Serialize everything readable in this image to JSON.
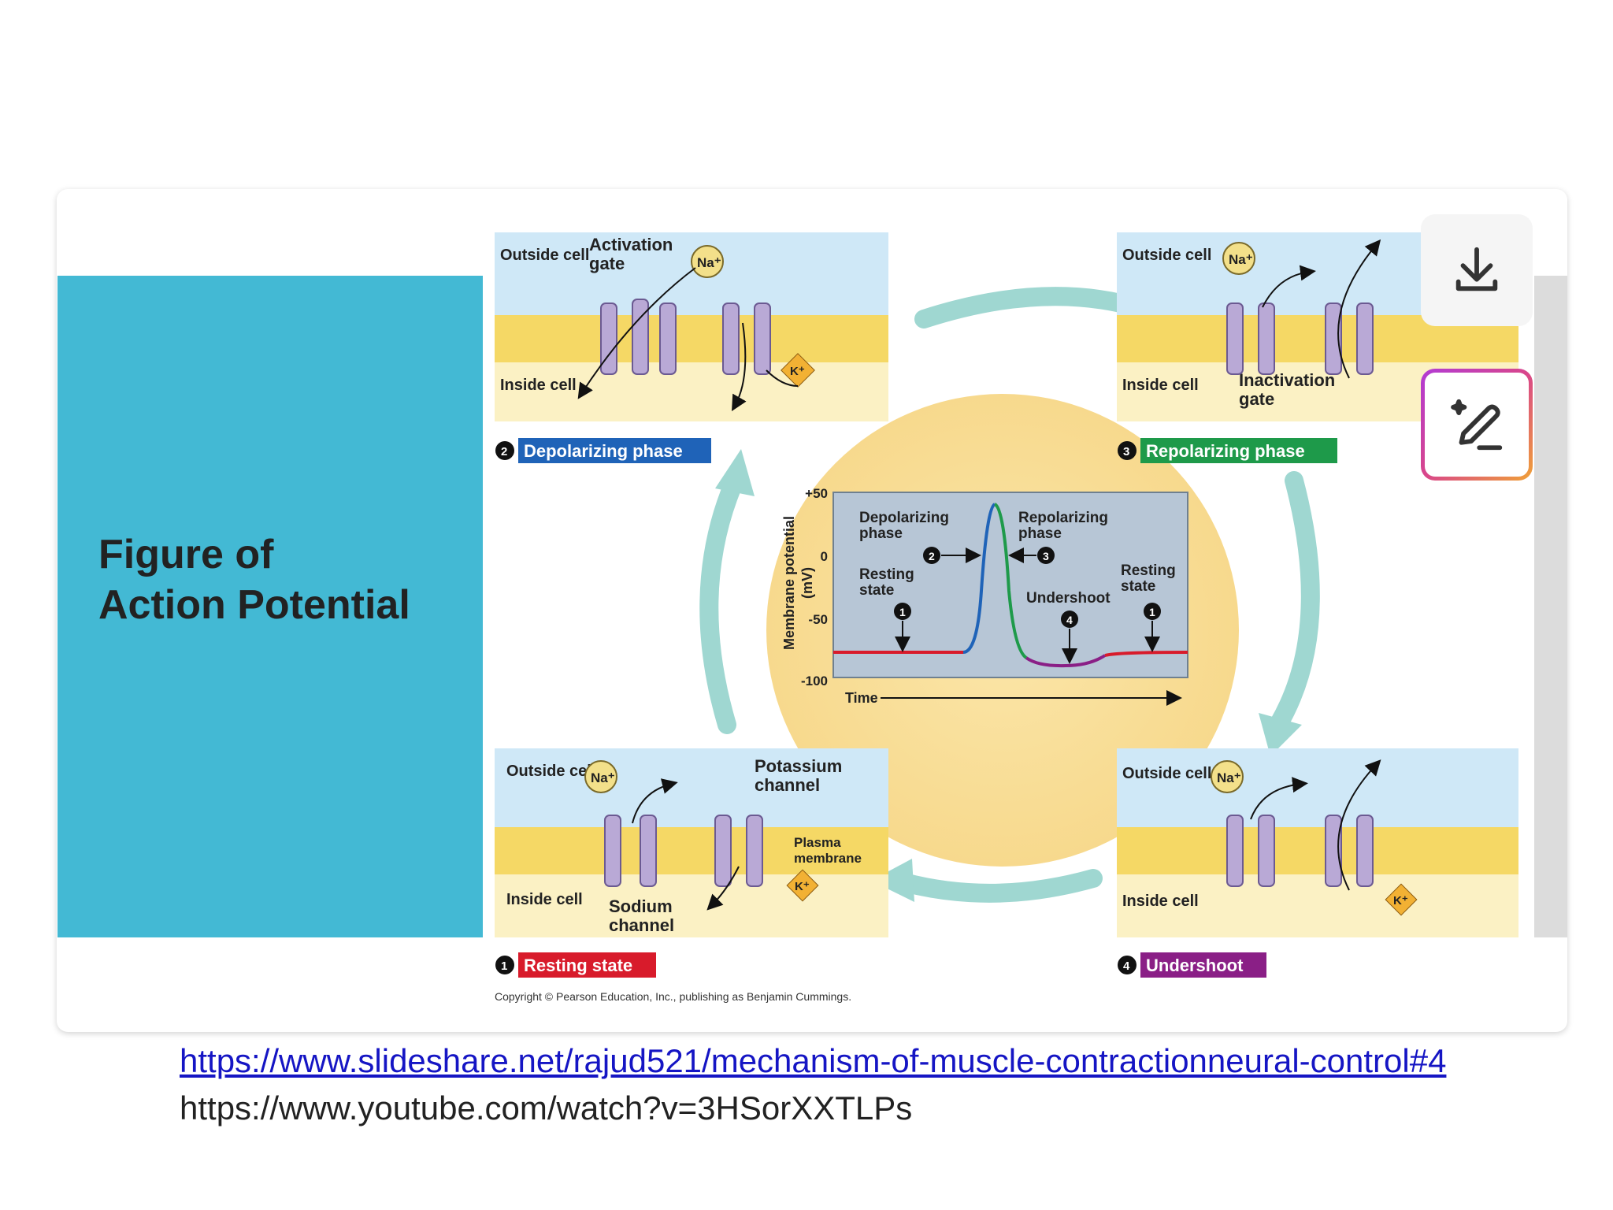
{
  "slide": {
    "title_line1": "Figure of",
    "title_line2": "Action Potential",
    "link1": "https://www.slideshare.net/rajud521/mechanism-of-muscle-contractionneural-control#4",
    "link2": "https://www.youtube.com/watch?v=3HSorXXTLPs"
  },
  "figure": {
    "outside_cell": "Outside cell",
    "inside_cell": "Inside cell",
    "activation_gate": [
      "Activation",
      "gate"
    ],
    "inactivation_gate": [
      "Inactivation",
      "gate"
    ],
    "potassium_channel": [
      "Potassium",
      "channel"
    ],
    "sodium_channel": [
      "Sodium",
      "channel"
    ],
    "plasma_membrane": [
      "Plasma",
      "membrane"
    ],
    "na": "Na⁺",
    "k": "K⁺",
    "phases": {
      "p1": {
        "num": "1",
        "label": "Resting state",
        "color": "#d81b2b"
      },
      "p2": {
        "num": "2",
        "label": "Depolarizing phase",
        "color": "#1f63b8"
      },
      "p3": {
        "num": "3",
        "label": "Repolarizing phase",
        "color": "#1e9a4a"
      },
      "p4": {
        "num": "4",
        "label": "Undershoot",
        "color": "#8a1f86"
      }
    },
    "graph": {
      "ylabel": [
        "Membrane potential",
        "(mV)"
      ],
      "yticks": [
        "+50",
        "0",
        "-50",
        "-100"
      ],
      "xlabel": "Time",
      "labels": {
        "depol": [
          "Depolarizing",
          "phase"
        ],
        "repol": [
          "Repolarizing",
          "phase"
        ],
        "rest_left": [
          "Resting",
          "state"
        ],
        "rest_right": [
          "Resting",
          "state"
        ],
        "undershoot": "Undershoot"
      }
    },
    "copyright": "Copyright © Pearson Education, Inc., publishing as Benjamin Cummings."
  },
  "toolbar": {
    "download_icon": "download-icon",
    "edit_icon": "magic-edit-icon"
  }
}
